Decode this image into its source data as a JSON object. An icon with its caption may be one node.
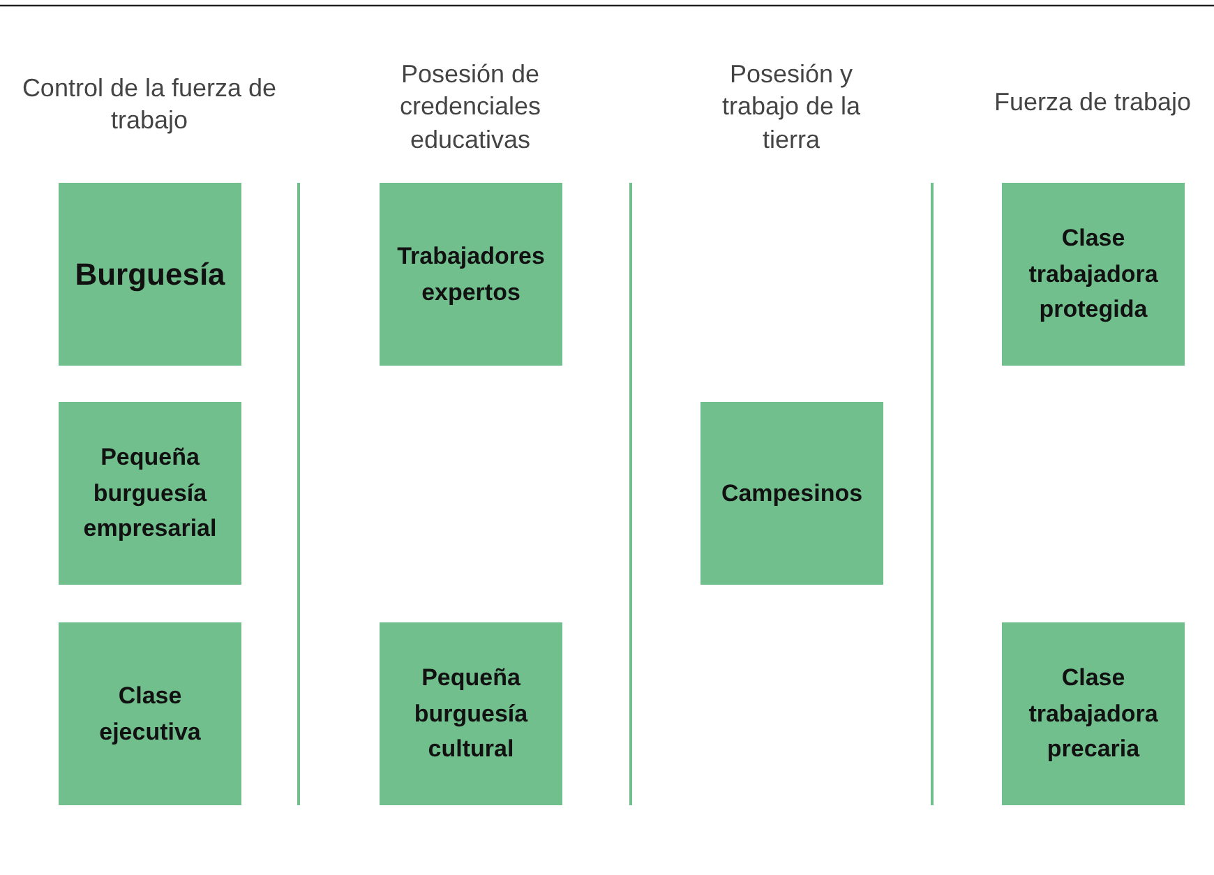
{
  "diagram": {
    "nodes": [
      {
        "text": [
          "Burguesía"
        ]
      },
      {
        "text": [
          "Trabajadores expertos"
        ]
      },
      {
        "text": [
          "Clase trabajadora protegida"
        ]
      },
      {
        "text": [
          "Pequeña burguesía empresarial"
        ]
      },
      {
        "text": [
          "Campesinos"
        ]
      },
      {
        "text": [
          "Clase ejecutiva"
        ]
      },
      {
        "text": [
          "Pequeña burguesía cultural"
        ]
      },
      {
        "text": [
          "Clase trabajadora precaria"
        ]
      }
    ],
    "labels": [
      "Control de la fuerza de trabajo",
      "Posesión de credenciales educativas",
      "Posesión y trabajo de la tierra",
      "Fuerza de trabajo"
    ]
  }
}
